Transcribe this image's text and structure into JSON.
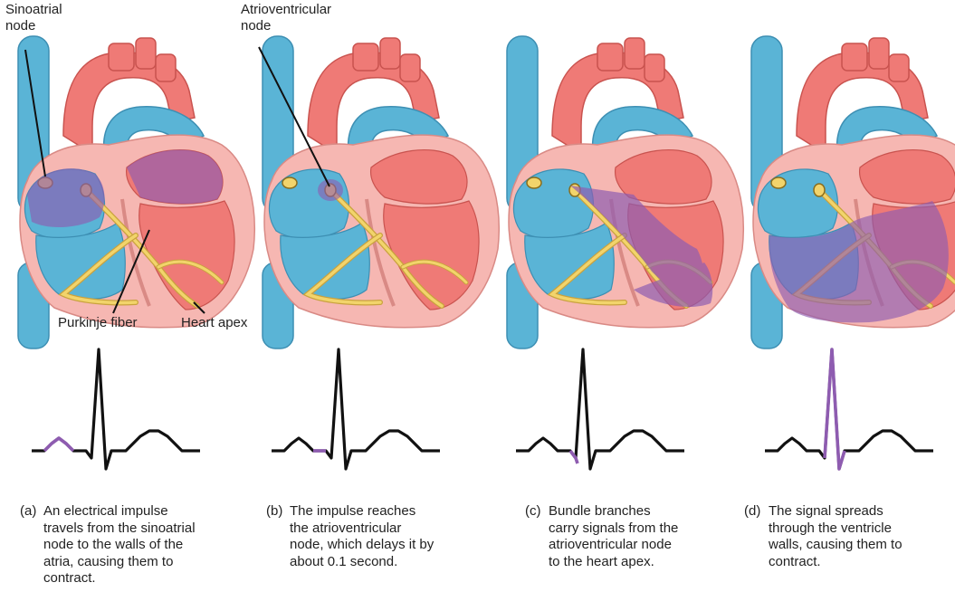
{
  "labels": {
    "sinoatrial": "Sinoatrial\nnode",
    "atrioventricular": "Atrioventricular\nnode",
    "purkinje": "Purkinje fiber",
    "apex": "Heart apex"
  },
  "panels": [
    {
      "letter": "(a)",
      "text": "An electrical impulse\ntravels from the sinoatrial\nnode to the walls of the\natria, causing them to\ncontract."
    },
    {
      "letter": "(b)",
      "text": "The impulse reaches\nthe atrioventricular\nnode, which delays it by\nabout 0.1 second."
    },
    {
      "letter": "(c)",
      "text": "Bundle branches\ncarry signals from the\natrioventricular node\nto the heart apex."
    },
    {
      "letter": "(d)",
      "text": "The signal spreads\nthrough the ventricle\nwalls, causing them to\ncontract."
    }
  ],
  "colors": {
    "vein_blue": "#5ab4d6",
    "artery_red": "#ef7a76",
    "chamber_pink": "#f6b7b2",
    "signal_purple": "#8e5cb0",
    "conduction_yellow": "#f2d46b",
    "ecg_black": "#111111"
  },
  "highlights": [
    "sa-node-atria",
    "av-node",
    "bundle-branches",
    "ventricles"
  ]
}
